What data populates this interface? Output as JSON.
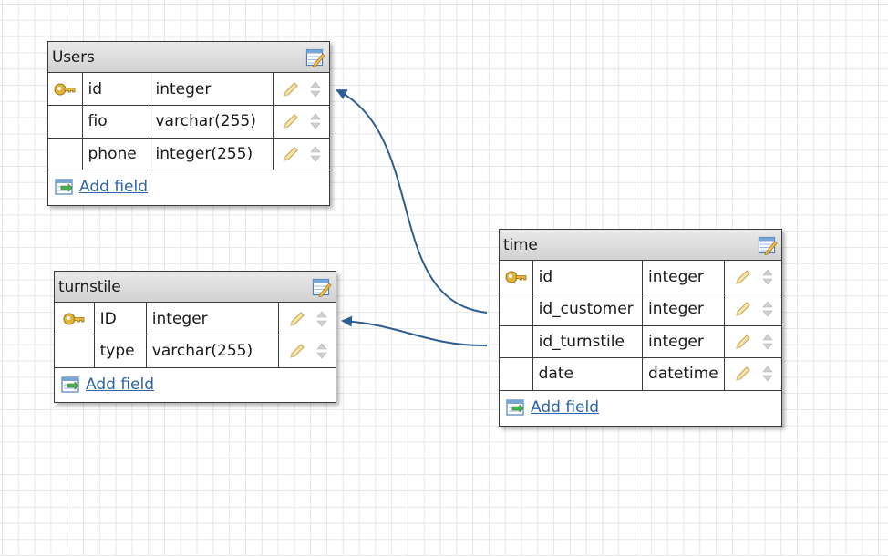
{
  "colors": {
    "link": "#2f63a6",
    "connector": "#2f5f92",
    "border": "#3a3a3a",
    "key": "#e2b53a"
  },
  "add_field_label": "Add field",
  "entities": {
    "users": {
      "title": "Users",
      "fields": [
        {
          "name": "id",
          "type": "integer",
          "primary_key": true
        },
        {
          "name": "fio",
          "type": "varchar(255)",
          "primary_key": false
        },
        {
          "name": "phone",
          "type": "integer(255)",
          "primary_key": false
        }
      ]
    },
    "turnstile": {
      "title": "turnstile",
      "fields": [
        {
          "name": "ID",
          "type": "integer",
          "primary_key": true
        },
        {
          "name": "type",
          "type": "varchar(255)",
          "primary_key": false
        }
      ]
    },
    "time": {
      "title": "time",
      "fields": [
        {
          "name": "id",
          "type": "integer",
          "primary_key": true
        },
        {
          "name": "id_customer",
          "type": "integer",
          "primary_key": false
        },
        {
          "name": "id_turnstile",
          "type": "integer",
          "primary_key": false
        },
        {
          "name": "date",
          "type": "datetime",
          "primary_key": false
        }
      ]
    }
  },
  "relations": [
    {
      "from": "time.id_customer",
      "to": "users.id"
    },
    {
      "from": "time.id_turnstile",
      "to": "turnstile.ID"
    }
  ]
}
